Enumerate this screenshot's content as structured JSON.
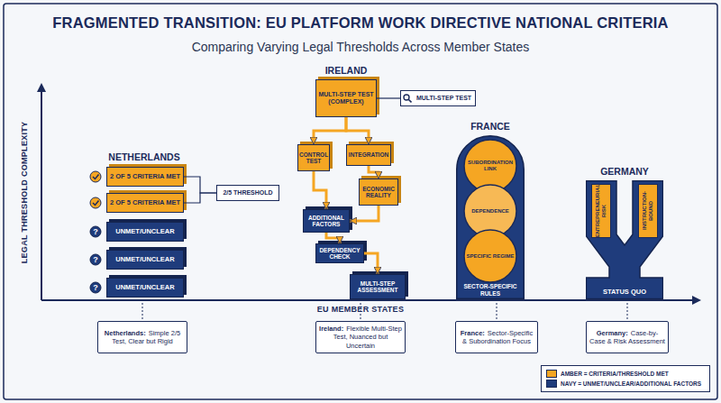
{
  "diagram": {
    "title": "FRAGMENTED TRANSITION: EU PLATFORM WORK DIRECTIVE NATIONAL CRITERIA",
    "nodes": [
      {
        "text": [
          "2 OF 5 CRITERIA MET"
        ]
      },
      {
        "text": [
          "2 OF 5 CRITERIA MET"
        ]
      },
      {
        "text": [
          "UNMET/UNCLEAR"
        ]
      },
      {
        "text": [
          "UNMET/UNCLEAR"
        ]
      },
      {
        "text": [
          "UNMET/UNCLEAR"
        ]
      },
      {
        "text": [
          "2/5 THRESHOLD"
        ]
      },
      {
        "text": [
          "MULTI-STEP TEST (COMPLEX)"
        ]
      },
      {
        "text": [
          "MULTI-STEP TEST"
        ]
      },
      {
        "text": [
          "CONTROL TEST"
        ]
      },
      {
        "text": [
          "INTEGRATION"
        ]
      },
      {
        "text": [
          "ECONOMIC REALITY"
        ]
      },
      {
        "text": [
          "ADDITIONAL FACTORS"
        ]
      },
      {
        "text": [
          "DEPENDENCY CHECK"
        ]
      },
      {
        "text": [
          "MULTI-STEP ASSESSMENT"
        ]
      },
      {
        "text": [
          "SECTOR-SPECIFIC RULES"
        ]
      },
      {
        "text": [
          "SUBORDINATION LINK"
        ],
        "in": 14
      },
      {
        "text": [
          "DEPENDENCE"
        ],
        "in": 14
      },
      {
        "text": [
          "SPECIFIC REGIME"
        ],
        "in": 14
      },
      {
        "text": [
          "STATUS QUO"
        ]
      },
      {
        "text": [
          "ENTREPRENEURIAL RISK"
        ],
        "in": 18
      },
      {
        "text": [
          "INSTRUCTION-BOUND"
        ],
        "in": 18
      },
      {
        "text": [
          "Netherlands:",
          "Simple 2/5 Test, Clear but Rigid"
        ]
      },
      {
        "text": [
          "Ireland:",
          "Flexible Multi-Step Test, Nuanced but Uncertain"
        ]
      },
      {
        "text": [
          "France:",
          "Sector-Specific & Subordination Focus"
        ]
      },
      {
        "text": [
          "Germany:",
          "Case-by-Case & Risk Assessment"
        ]
      }
    ],
    "edges": [
      {
        "from": 5,
        "to": 0,
        "arrow": "none"
      },
      {
        "from": 5,
        "to": 1,
        "arrow": "none"
      },
      {
        "from": 6,
        "to": 7,
        "arrow": "none"
      },
      {
        "from": 6,
        "to": 8,
        "arrow": "to"
      },
      {
        "from": 6,
        "to": 9,
        "arrow": "to"
      },
      {
        "from": 9,
        "to": 10,
        "arrow": "to"
      },
      {
        "from": 8,
        "to": 11,
        "arrow": "to"
      },
      {
        "from": 10,
        "to": 11,
        "arrow": "to"
      },
      {
        "from": 11,
        "to": 12,
        "arrow": "to"
      },
      {
        "from": 12,
        "to": 13,
        "arrow": "to"
      }
    ],
    "labels": [
      "Comparing Varying Legal Thresholds Across Member States",
      "LEGAL THRESHOLD COMPLEXITY",
      "NETHERLANDS",
      "?",
      "?",
      "?",
      "IRELAND",
      "FRANCE",
      "GERMANY",
      "EU MEMBER STATES"
    ],
    "legend": [
      {
        "text": "AMBER = CRITERIA/THRESHOLD MET",
        "color": "#f5a623"
      },
      {
        "text": "NAVY = UNMET/UNCLEAR/ADDITIONAL FACTORS",
        "color": "#1f3c7c"
      }
    ]
  }
}
